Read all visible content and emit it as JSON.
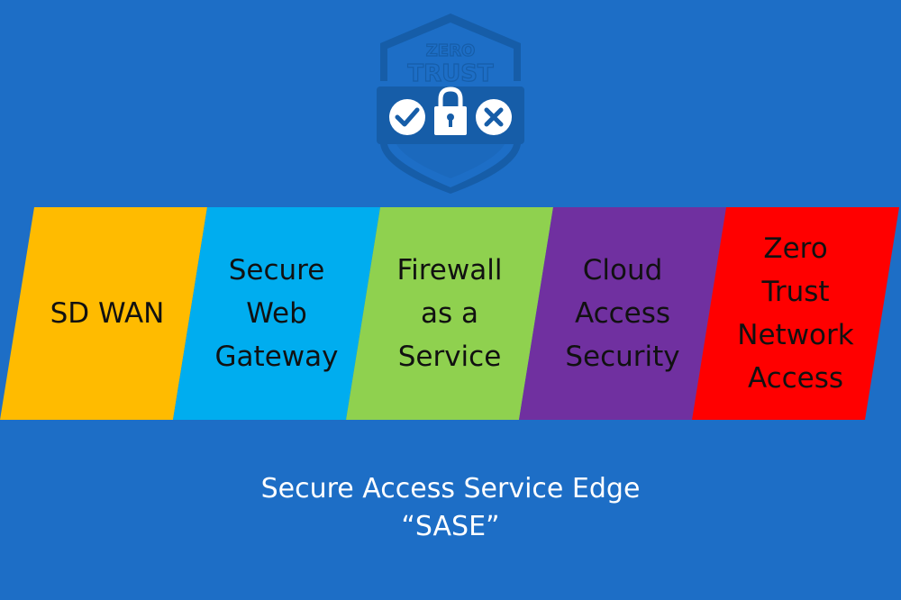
{
  "logo": {
    "line1": "ZERO",
    "line2": "TRUST",
    "icons": [
      "check-icon",
      "padlock-icon",
      "x-icon"
    ]
  },
  "pillars": [
    {
      "label": "SD WAN",
      "color": "#ffbb00"
    },
    {
      "label": "Secure\nWeb\nGateway",
      "color": "#00adef"
    },
    {
      "label": "Firewall\nas a\nService",
      "color": "#8fd14f"
    },
    {
      "label": "Cloud\nAccess\nSecurity",
      "color": "#7030a0"
    },
    {
      "label": "Zero\nTrust\nNetwork\nAccess",
      "color": "#ff0000"
    }
  ],
  "caption": {
    "line1": "Secure Access Service Edge",
    "line2": "“SASE”"
  },
  "colors": {
    "background": "#1d6ec6",
    "logo_fill": "#165da8",
    "logo_accent": "#ffffff"
  }
}
